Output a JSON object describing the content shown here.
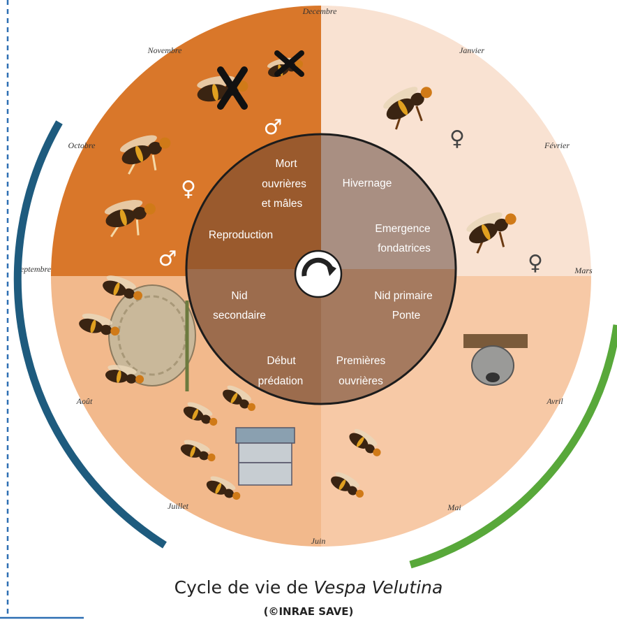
{
  "months": {
    "decembre": "Decembre",
    "janvier": "Janvier",
    "fevrier": "Février",
    "mars": "Mars",
    "avril": "Avril",
    "mai": "Mai",
    "juin": "Juin",
    "juillet": "Juillet",
    "aout": "Août",
    "septembre": "Septembre",
    "octobre": "Octobre",
    "novembre": "Novembre"
  },
  "phases": {
    "mort": [
      "Mort",
      "ouvrières",
      "et mâles"
    ],
    "reproduction": "Reproduction",
    "hivernage": "Hivernage",
    "emergence": [
      "Emergence",
      "fondatrices"
    ],
    "nid_secondaire": [
      "Nid",
      "secondaire"
    ],
    "nid_primaire": [
      "Nid primaire",
      "Ponte"
    ],
    "debut_predation": [
      "Début",
      "prédation"
    ],
    "premieres_ouvrieres": [
      "Premières",
      "ouvrières"
    ]
  },
  "symbols": {
    "female": "♀",
    "male": "♂"
  },
  "caption": {
    "prefix": "Cycle de vie de ",
    "species": "Vespa Velutina",
    "credit": "(©INRAE SAVE)"
  },
  "colors": {
    "autumn": "#d9772a",
    "winter": "#f9e2d2",
    "spring": "#f7c9a6",
    "summer": "#f2b98c",
    "inner": "#8e6a52",
    "blue_arc": "#1e5b7e",
    "green_arc": "#58a83a",
    "frame": "#2d6fb3"
  }
}
